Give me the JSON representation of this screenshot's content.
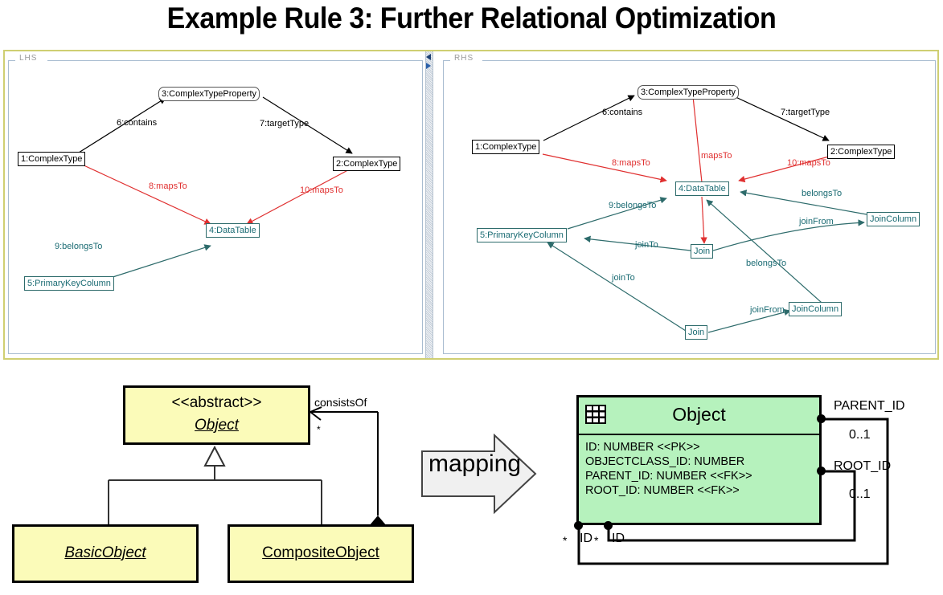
{
  "title": "Example Rule 3: Further Relational Optimization",
  "panels": {
    "lhs_title": "LHS",
    "rhs_title": "RHS"
  },
  "lhs_graph": {
    "nodes": [
      {
        "id": "n3",
        "label": "3:ComplexTypeProperty",
        "style": "round"
      },
      {
        "id": "n1",
        "label": "1:ComplexType",
        "style": "black"
      },
      {
        "id": "n2",
        "label": "2:ComplexType",
        "style": "black"
      },
      {
        "id": "n4",
        "label": "4:DataTable",
        "style": "teal"
      },
      {
        "id": "n5",
        "label": "5:PrimaryKeyColumn",
        "style": "teal"
      }
    ],
    "edges": [
      {
        "label": "6:contains",
        "color": "black",
        "from": "1:ComplexType",
        "to": "3:ComplexTypeProperty"
      },
      {
        "label": "7:targetType",
        "color": "black",
        "from": "3:ComplexTypeProperty",
        "to": "2:ComplexType"
      },
      {
        "label": "8:mapsTo",
        "color": "red",
        "from": "1:ComplexType",
        "to": "4:DataTable"
      },
      {
        "label": "10:mapsTo",
        "color": "red",
        "from": "2:ComplexType",
        "to": "4:DataTable"
      },
      {
        "label": "9:belongsTo",
        "color": "teal",
        "from": "5:PrimaryKeyColumn",
        "to": "4:DataTable"
      }
    ]
  },
  "rhs_graph": {
    "nodes": [
      {
        "id": "r3",
        "label": "3:ComplexTypeProperty",
        "style": "round"
      },
      {
        "id": "r1",
        "label": "1:ComplexType",
        "style": "black"
      },
      {
        "id": "r2",
        "label": "2:ComplexType",
        "style": "black"
      },
      {
        "id": "r4",
        "label": "4:DataTable",
        "style": "teal"
      },
      {
        "id": "r5",
        "label": "5:PrimaryKeyColumn",
        "style": "teal"
      },
      {
        "id": "rj1",
        "label": "Join",
        "style": "teal"
      },
      {
        "id": "rj2",
        "label": "Join",
        "style": "teal"
      },
      {
        "id": "rc1",
        "label": "JoinColumn",
        "style": "teal"
      },
      {
        "id": "rc2",
        "label": "JoinColumn",
        "style": "teal"
      }
    ],
    "edges": [
      {
        "label": "6:contains",
        "color": "black"
      },
      {
        "label": "7:targetType",
        "color": "black"
      },
      {
        "label": "8:mapsTo",
        "color": "red"
      },
      {
        "label": "mapsTo",
        "color": "red"
      },
      {
        "label": "10:mapsTo",
        "color": "red"
      },
      {
        "label": "9:belongsTo",
        "color": "teal"
      },
      {
        "label": "belongsTo",
        "color": "teal"
      },
      {
        "label": "belongsTo",
        "color": "teal"
      },
      {
        "label": "joinTo",
        "color": "teal"
      },
      {
        "label": "joinTo",
        "color": "teal"
      },
      {
        "label": "joinFrom",
        "color": "teal"
      },
      {
        "label": "joinFrom",
        "color": "teal"
      }
    ]
  },
  "uml": {
    "object_stereotype": "<<abstract>>",
    "object_name": "Object",
    "basic_object": "BasicObject",
    "composite_object": "CompositeObject",
    "assoc_name": "consistsOf",
    "assoc_multiplicity": "*"
  },
  "mapping": {
    "label": "mapping"
  },
  "relational": {
    "table_name": "Object",
    "columns": [
      "ID: NUMBER <<PK>>",
      "OBJECTCLASS_ID: NUMBER",
      "PARENT_ID: NUMBER <<FK>>",
      "ROOT_ID: NUMBER <<FK>>"
    ],
    "fk_parent_label": "PARENT_ID",
    "fk_parent_mult": "0..1",
    "fk_root_label": "ROOT_ID",
    "fk_root_mult": "0..1",
    "bottom_mult_1": "*",
    "bottom_col_1": "ID",
    "bottom_mult_2": "*",
    "bottom_col_2": "ID"
  },
  "colors": {
    "panel_border": "#cfcf72",
    "uml_fill": "#fbfbb9",
    "table_fill": "#b6f2bd",
    "red_edge": "#e03030",
    "teal_edge": "#2d6b6b"
  }
}
